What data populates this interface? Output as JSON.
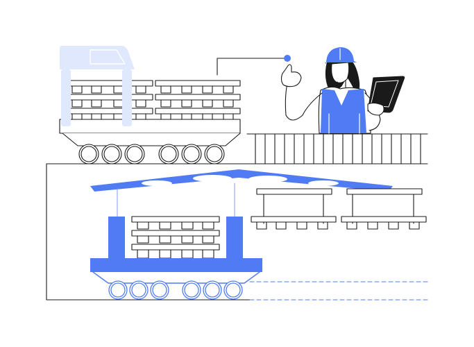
{
  "illustration": {
    "subject": "pallet-transport-rail-system-with-worker",
    "palette": {
      "stroke": "#1a1a1a",
      "accent": "#4f7cf3",
      "accent_light": "#dfe8fd",
      "background": "#ffffff"
    },
    "upper_cart": {
      "pallet_rows": 3,
      "stacks": 2,
      "wheels": 6
    },
    "lower_cart": {
      "pallet_rows": 3,
      "stacks": 1,
      "wheels": 6
    },
    "worker": {
      "hard_hat": true,
      "vest": true,
      "holding": "tablet-icon",
      "pointing": true
    },
    "gantry": {
      "hanging_pallets": 2
    }
  }
}
